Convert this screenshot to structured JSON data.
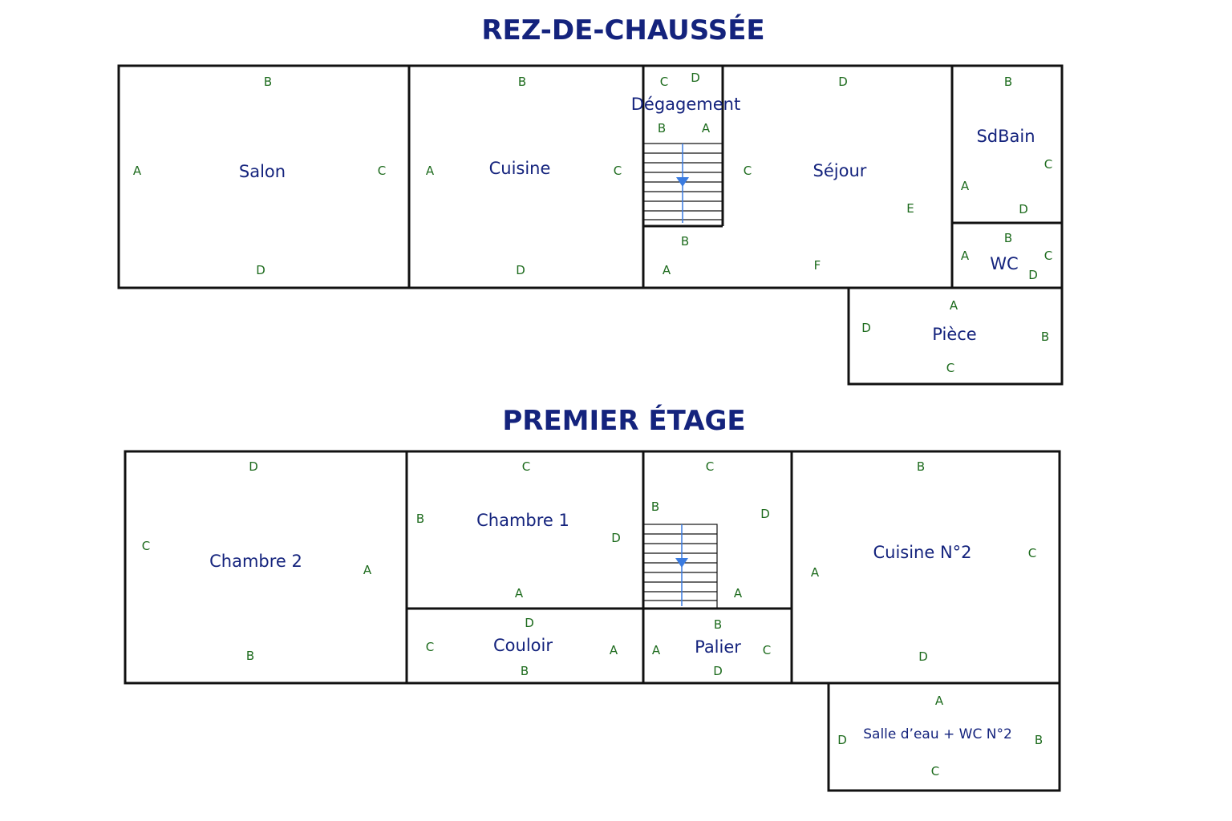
{
  "ground_floor": {
    "title": "REZ-DE-CHAUSSÉE",
    "rooms": {
      "salon": {
        "name": "Salon",
        "walls": {
          "A": "A",
          "B": "B",
          "C": "C",
          "D": "D"
        }
      },
      "cuisine": {
        "name": "Cuisine",
        "walls": {
          "A": "A",
          "B": "B",
          "C": "C",
          "D": "D"
        }
      },
      "degagement": {
        "name": "Dégagement",
        "walls": {
          "A": "A",
          "B": "B",
          "C": "C",
          "D": "D"
        }
      },
      "sejour": {
        "name": "Séjour",
        "walls": {
          "A": "A",
          "B": "B",
          "C": "C",
          "D": "D",
          "E": "E",
          "F": "F"
        }
      },
      "sdbain": {
        "name": "SdBain",
        "walls": {
          "A": "A",
          "B": "B",
          "C": "C",
          "D": "D"
        }
      },
      "wc": {
        "name": "WC",
        "walls": {
          "A": "A",
          "B": "B",
          "C": "C",
          "D": "D"
        }
      },
      "piece": {
        "name": "Pièce",
        "walls": {
          "A": "A",
          "B": "B",
          "C": "C",
          "D": "D"
        }
      }
    }
  },
  "first_floor": {
    "title": "PREMIER ÉTAGE",
    "rooms": {
      "chambre2": {
        "name": "Chambre 2",
        "walls": {
          "A": "A",
          "B": "B",
          "C": "C",
          "D": "D"
        }
      },
      "chambre1": {
        "name": "Chambre 1",
        "walls": {
          "A": "A",
          "B": "B",
          "C": "C",
          "D": "D"
        }
      },
      "stair": {
        "walls": {
          "A": "A",
          "B": "B",
          "C": "C",
          "D": "D"
        }
      },
      "couloir": {
        "name": "Couloir",
        "walls": {
          "A": "A",
          "B": "B",
          "C": "C",
          "D": "D"
        }
      },
      "palier": {
        "name": "Palier",
        "walls": {
          "A": "A",
          "B": "B",
          "C": "C",
          "D": "D"
        }
      },
      "cuisine2": {
        "name": "Cuisine N°2",
        "walls": {
          "A": "A",
          "B": "B",
          "C": "C",
          "D": "D"
        }
      },
      "salle_eau": {
        "name": "Salle d’eau + WC N°2",
        "walls": {
          "A": "A",
          "B": "B",
          "C": "C",
          "D": "D"
        }
      }
    }
  },
  "colors": {
    "title": "#14237d",
    "room_name": "#14237d",
    "wall_letter": "#1d6b1d",
    "wall": "#111111",
    "stair_arrow": "#3a7be0"
  },
  "icons": {
    "stair_arrow": "down-arrow-icon"
  }
}
